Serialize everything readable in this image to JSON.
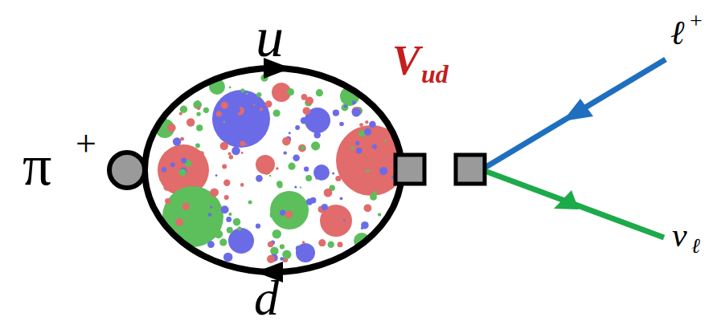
{
  "diagram": {
    "labels": [
      "π",
      "+",
      "u",
      "d",
      "V",
      "ud",
      "ℓ",
      "+",
      "ν",
      "ℓ"
    ]
  }
}
